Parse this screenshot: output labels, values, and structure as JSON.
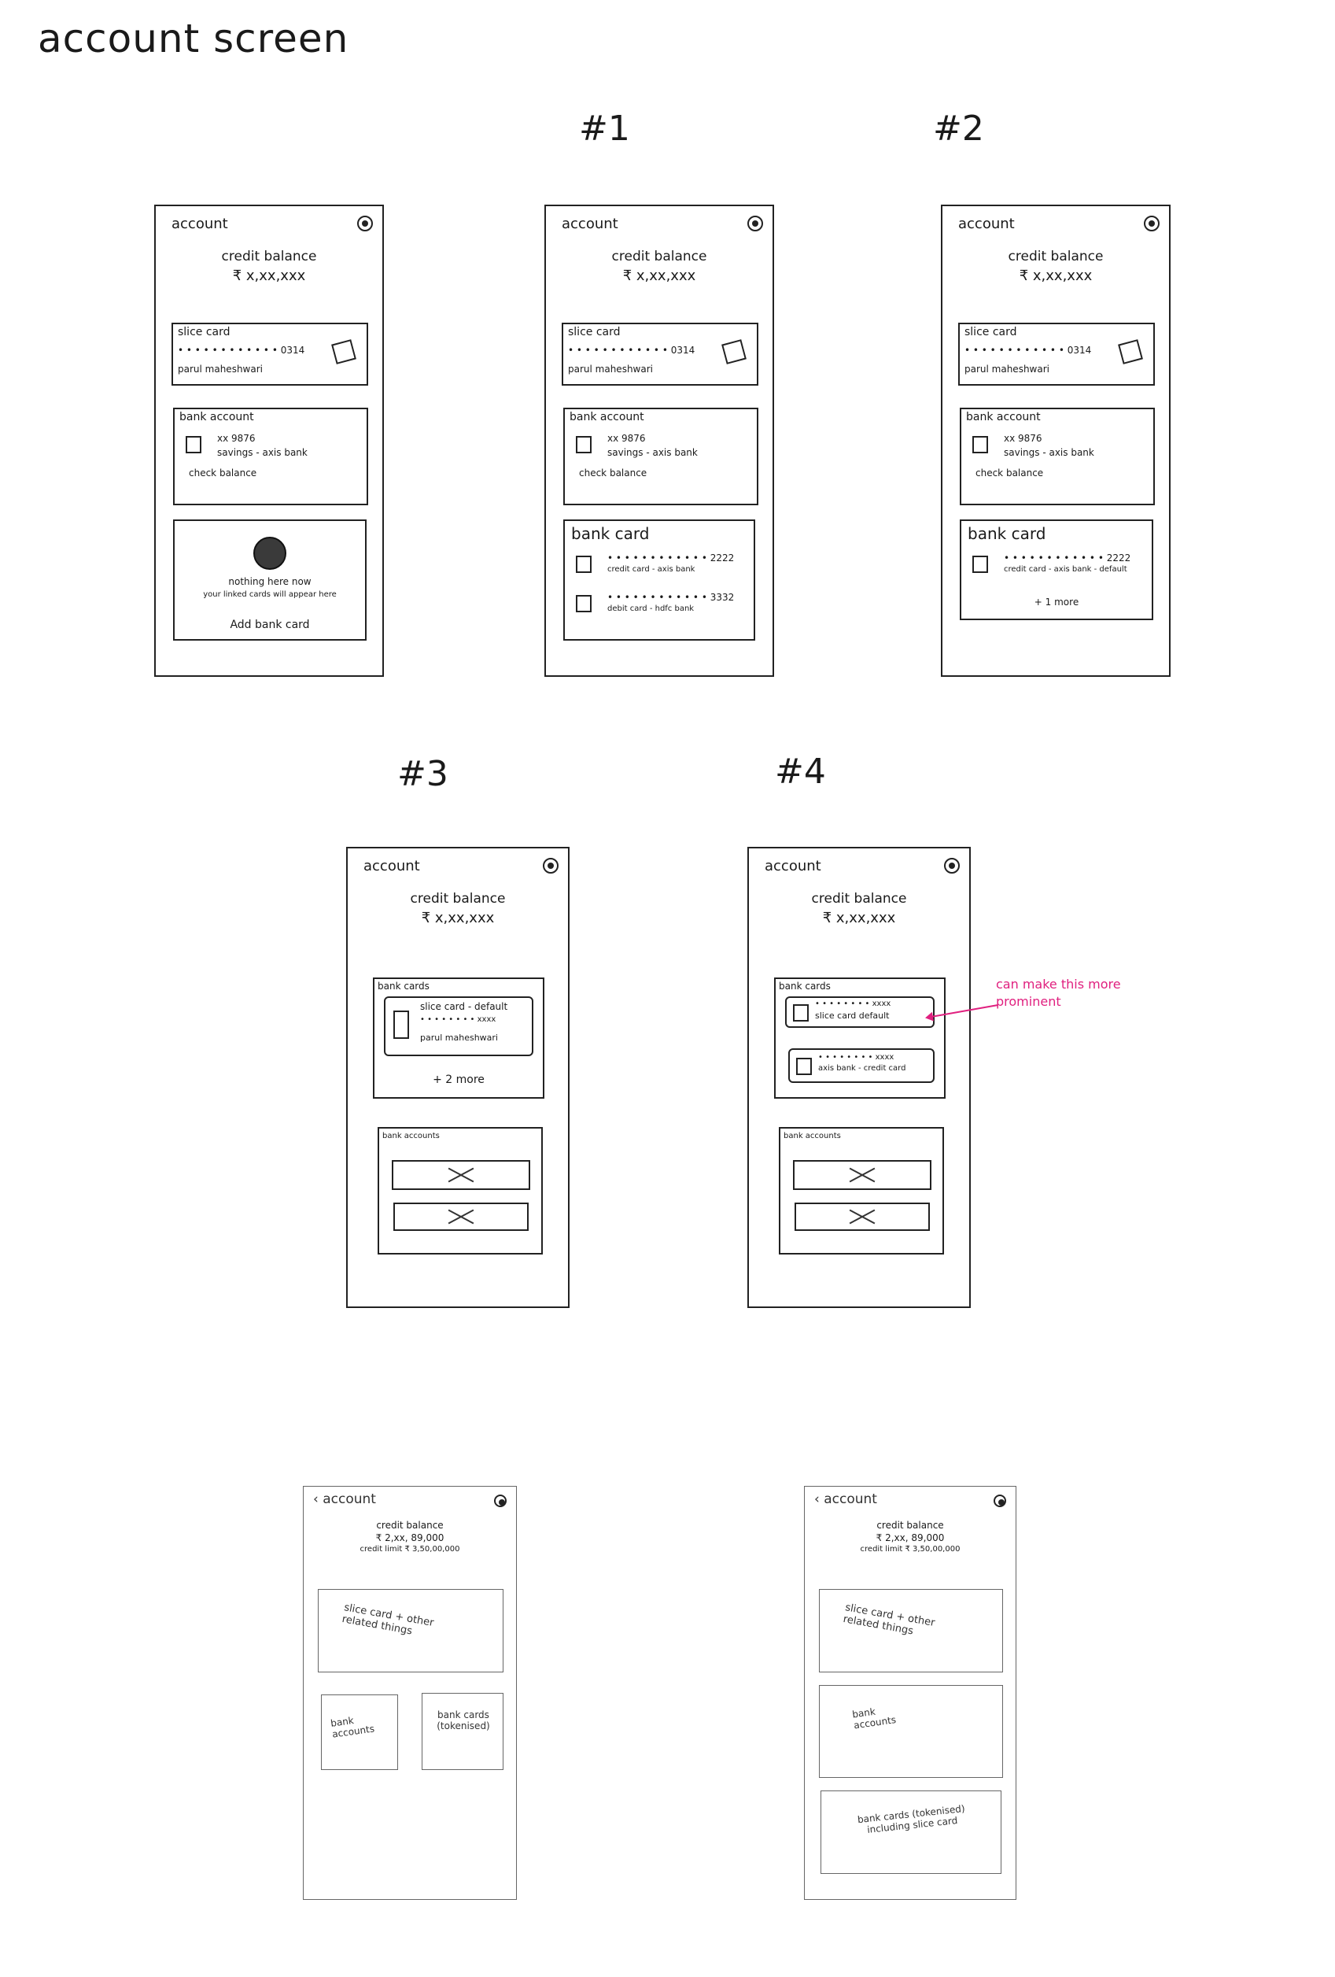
{
  "title": "account screen",
  "labels": {
    "n1": "#1",
    "n2": "#2",
    "n3": "#3",
    "n4": "#4"
  },
  "common": {
    "header": "account",
    "credit_balance": "credit balance",
    "amount": "₹ x,xx,xxx",
    "amount_b": "₹ 2,xx, 89,000",
    "credit_limit": "credit limit ₹ 3,50,00,000"
  },
  "v0": {
    "slice_card": "slice card",
    "slice_num": "• • • •   • • • •   • • • •   0314",
    "slice_name": "parul maheshwari",
    "bank_account": "bank account",
    "acct_num": "xx 9876",
    "acct_type": "savings - axis bank",
    "check_balance": "check balance",
    "empty_title": "nothing here now",
    "empty_sub": "your linked cards will appear here",
    "add_card": "Add bank card"
  },
  "v1": {
    "bank_card": "bank card",
    "c1_num": "• • • •  • • • •  • • • •  2222",
    "c1_type": "credit card - axis bank",
    "c2_num": "• • • •  • • • •  • • • •  3332",
    "c2_type": "debit card - hdfc bank"
  },
  "v2": {
    "c1_default": "credit card - axis bank - default",
    "more": "+ 1 more"
  },
  "v3": {
    "bank_cards": "bank cards",
    "slice_default": "slice card - default",
    "slice_num": "• • • •   • • • •   xxxx",
    "name": "parul maheshwari",
    "more": "+ 2 more",
    "bank_accounts": "bank accounts"
  },
  "v4": {
    "c1_num": "• • • •   • • • •   xxxx",
    "c1_type": "slice card default",
    "c2_num": "• • • •   • • • •   xxxx",
    "c2_type": "axis bank - credit card",
    "note": "can make this more prominent"
  },
  "v5": {
    "slice_related": "slice card + other related things",
    "bank_accounts": "bank accounts",
    "bank_cards": "bank cards (tokenised)"
  },
  "v6": {
    "bank_cards_incl": "bank cards (tokenised) including slice card"
  }
}
